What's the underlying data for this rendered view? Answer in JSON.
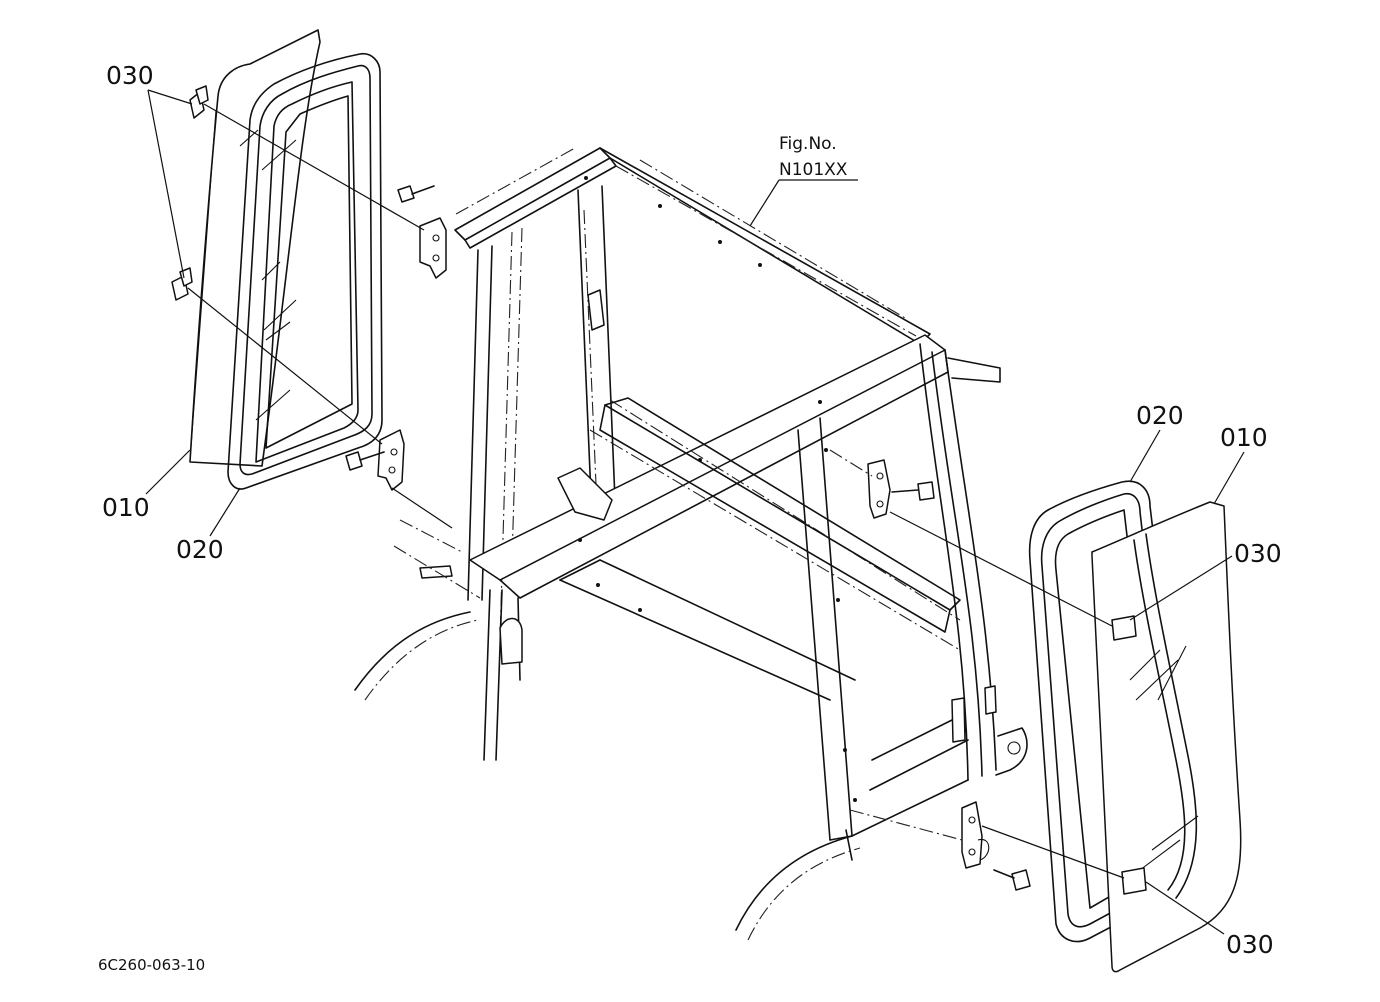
{
  "figure": {
    "fig_label": "Fig.No.",
    "fig_number": "N101XX",
    "drawing_code": "6C260-063-10"
  },
  "callouts": {
    "left_030": "030",
    "left_010": "010",
    "left_020": "020",
    "right_020": "020",
    "right_010": "010",
    "right_030_top": "030",
    "right_030_bottom": "030"
  }
}
